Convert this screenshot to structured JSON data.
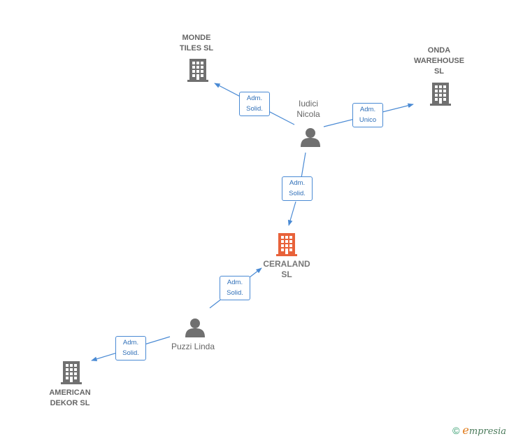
{
  "nodes": {
    "monde_tiles": {
      "label": "MONDE\nTILES  SL",
      "icon": "building-icon"
    },
    "onda_warehouse": {
      "label": "ONDA\nWAREHOUSE\nSL",
      "icon": "building-icon"
    },
    "iudici_nicola": {
      "label": "Iudici\nNicola",
      "icon": "person-icon"
    },
    "ceraland": {
      "label": "CERALAND\nSL",
      "icon": "building-icon",
      "color": "#e8623a"
    },
    "puzzi_linda": {
      "label": "Puzzi Linda",
      "icon": "person-icon"
    },
    "american_dekor": {
      "label": "AMERICAN\nDEKOR SL",
      "icon": "building-icon"
    }
  },
  "edges": {
    "nicola_monde": {
      "label": "Adm.\nSolid."
    },
    "nicola_onda": {
      "label": "Adm.\nUnico"
    },
    "nicola_ceraland": {
      "label": "Adm.\nSolid."
    },
    "linda_ceraland": {
      "label": "Adm.\nSolid."
    },
    "linda_american": {
      "label": "Adm.\nSolid."
    }
  },
  "colors": {
    "edge": "#4a8ad4",
    "node_gray": "#707070",
    "focus": "#e8623a"
  },
  "watermark": {
    "symbol": "©",
    "brand_initial": "e",
    "brand_rest": "mpresia"
  }
}
